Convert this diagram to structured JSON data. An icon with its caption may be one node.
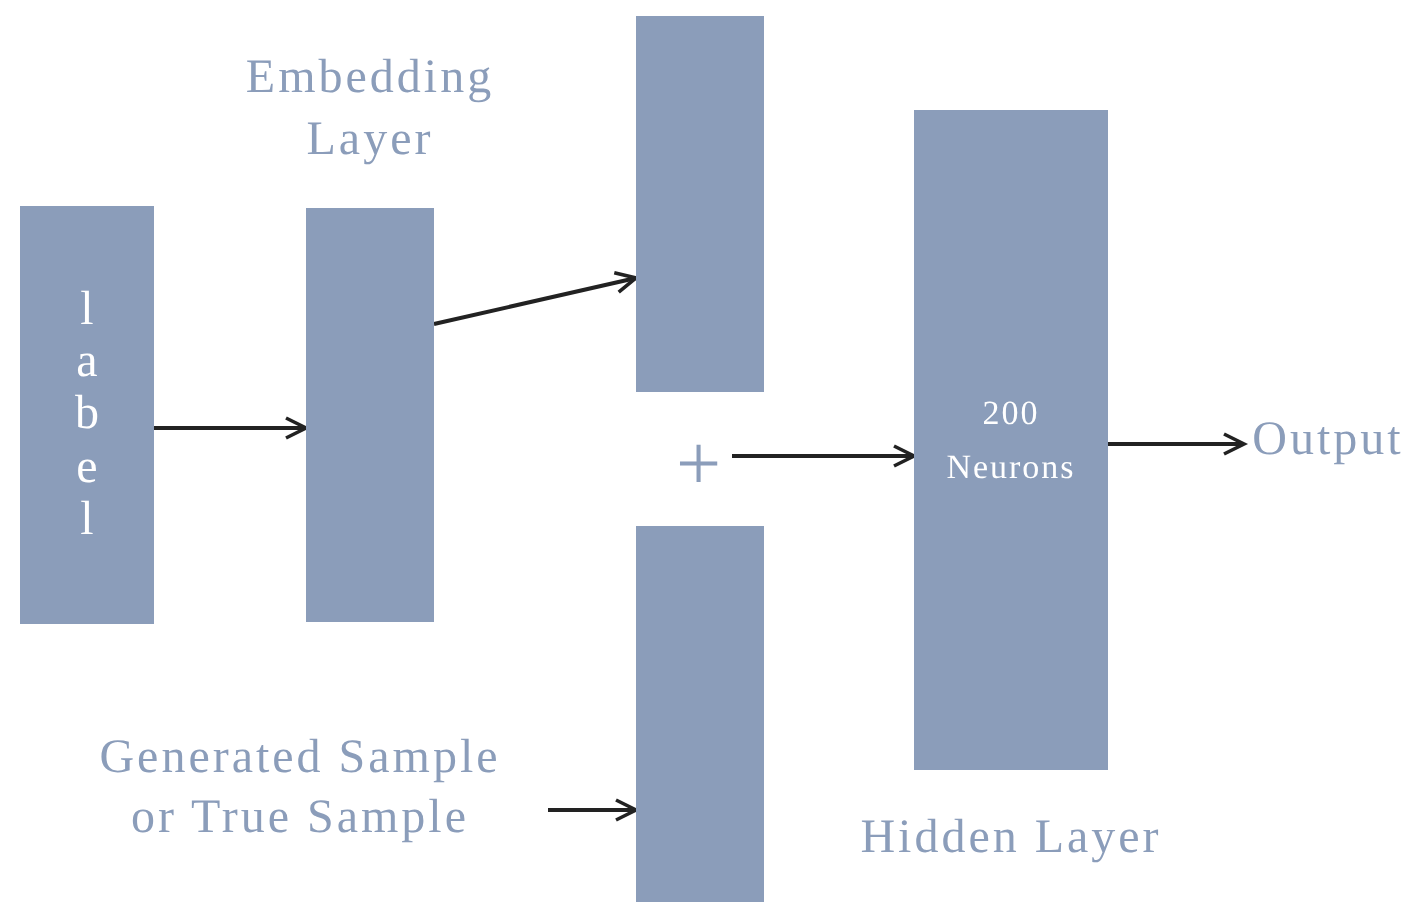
{
  "diagram": {
    "nodes": [
      {
        "text": [
          "label"
        ]
      },
      {
        "text": [
          "Embedding Layer"
        ]
      },
      {
        "text": [],
        "shape": "bar"
      },
      {
        "text": [
          "+"
        ]
      },
      {
        "text": [],
        "shape": "bar"
      },
      {
        "text": [
          "Generated Sample or True Sample"
        ]
      },
      {
        "text": [
          "200 Neurons",
          "Hidden Layer"
        ]
      },
      {
        "text": [
          "Output"
        ]
      }
    ],
    "edges": [
      {
        "from": 0,
        "to": 1,
        "arrow": "to"
      },
      {
        "from": 1,
        "to": 2,
        "arrow": "to"
      },
      {
        "from": 5,
        "to": 4,
        "arrow": "to"
      },
      {
        "from": 3,
        "to": 6,
        "arrow": "to"
      },
      {
        "from": 6,
        "to": 7,
        "arrow": "to"
      }
    ]
  }
}
